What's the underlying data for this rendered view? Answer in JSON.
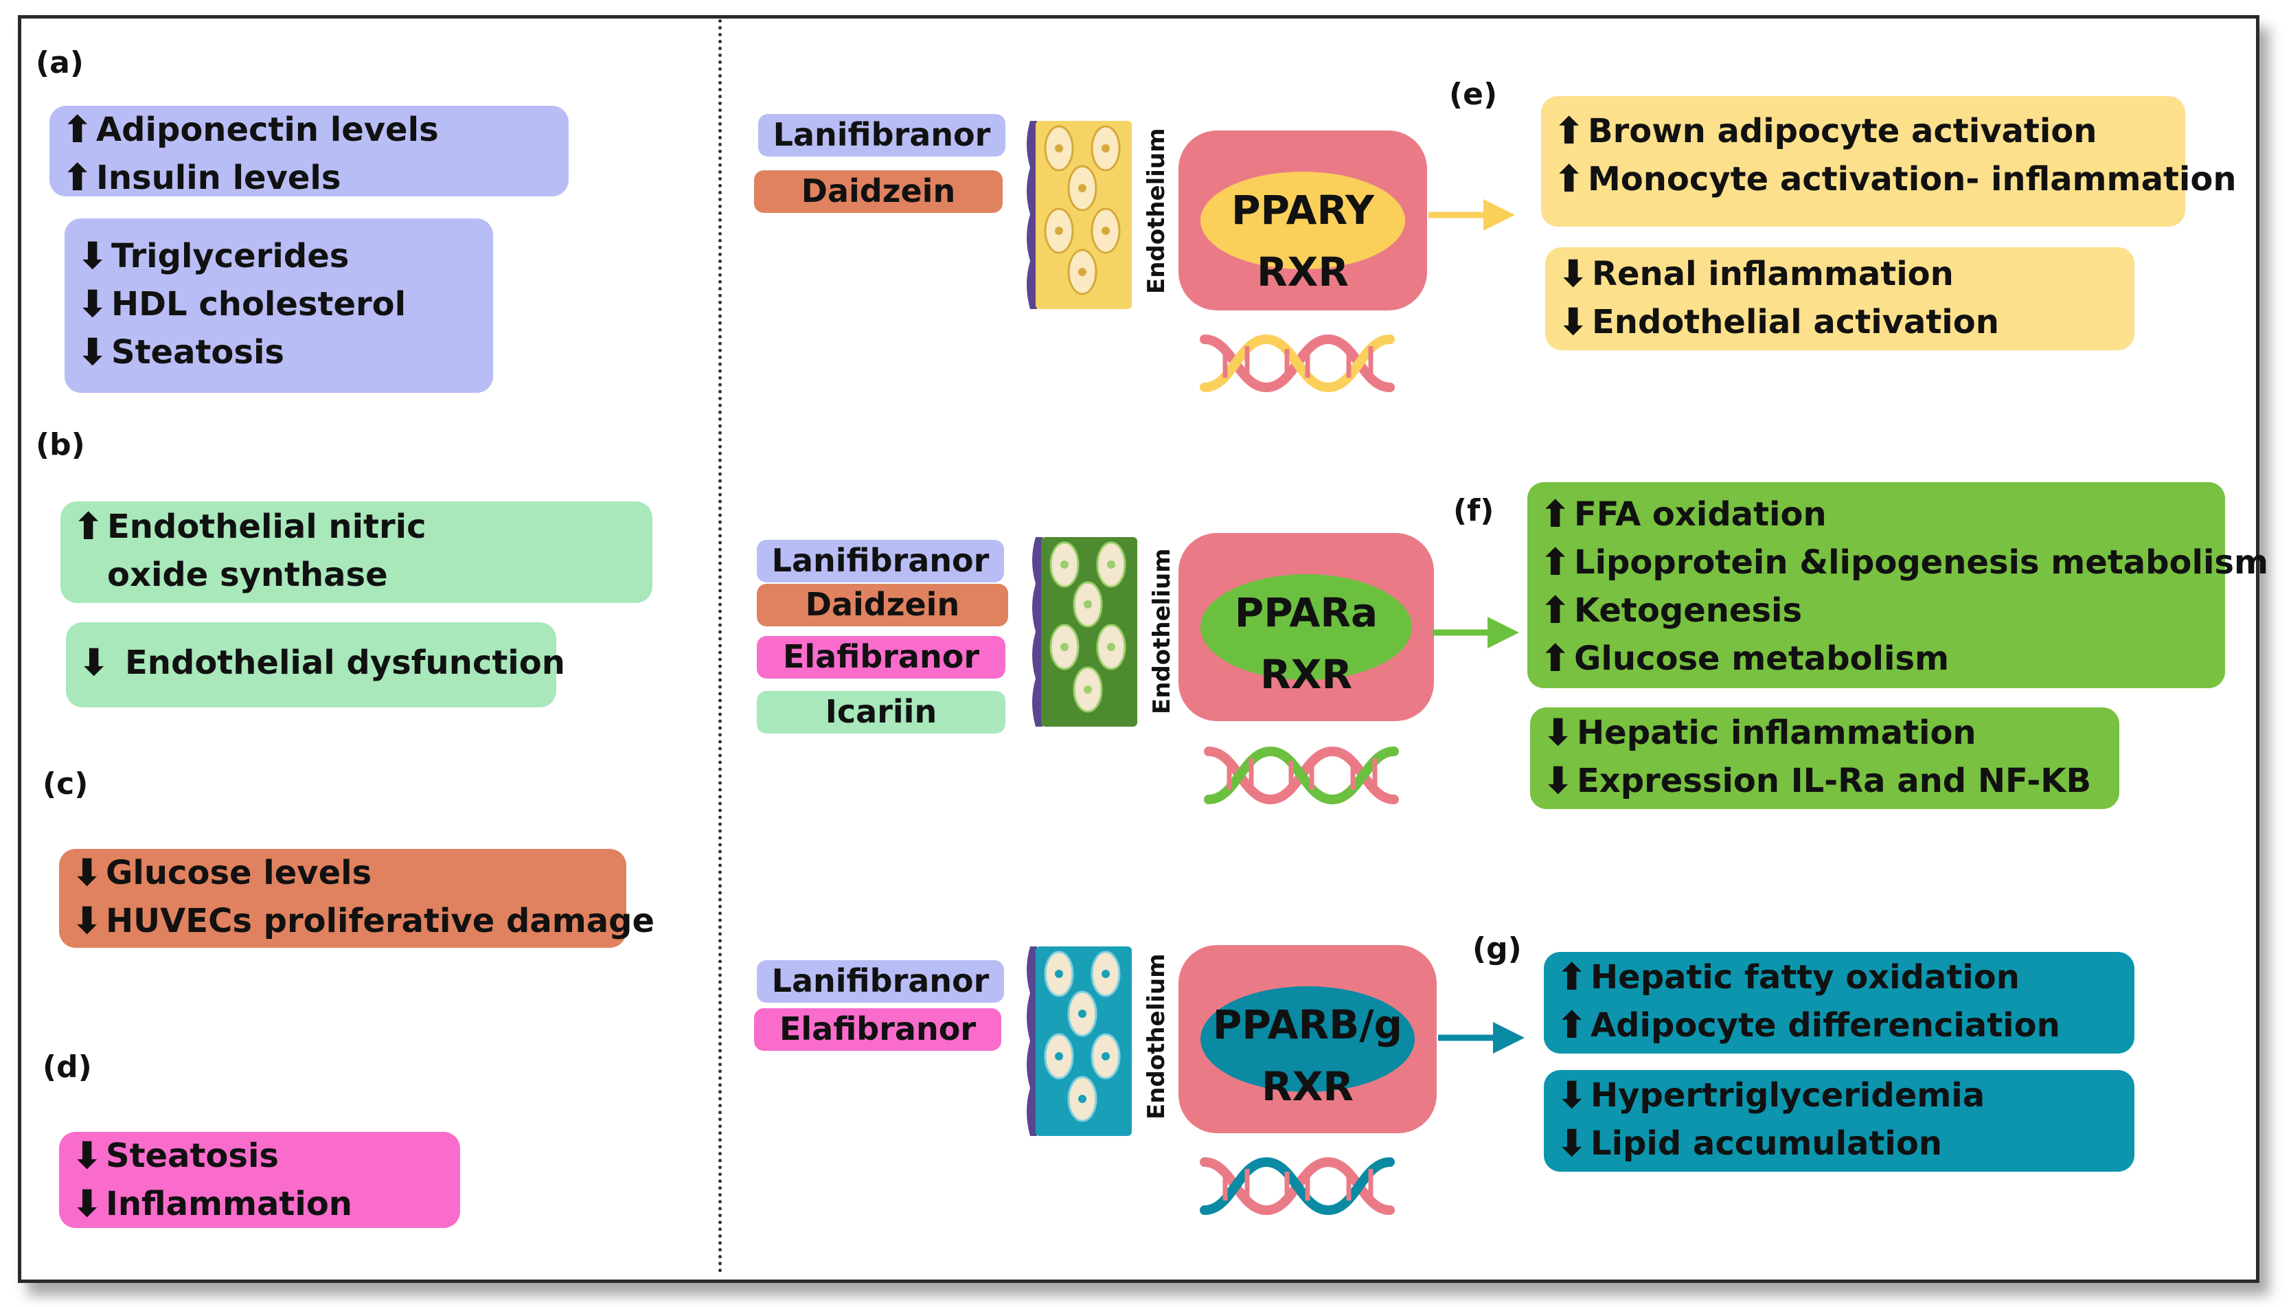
{
  "colors": {
    "lavender": "#b9bdf5",
    "green_light": "#a8e8bb",
    "salmon": "#e0825f",
    "pink": "#f96ccc",
    "yellow": "#fde08c",
    "green_dark": "#78c141",
    "teal": "#0c95ad",
    "receptor": "#ea7b86",
    "ellipse_yellow": "#fbd05a",
    "ellipse_green": "#6cc040",
    "ellipse_teal": "#0a8aa3"
  },
  "icons": {
    "up": "arrow-up-icon",
    "down": "arrow-down-icon"
  },
  "left": {
    "a": {
      "label": "(a)",
      "box1": [
        {
          "dir": "up",
          "text": "Adiponectin levels"
        },
        {
          "dir": "up",
          "text": "Insulin levels"
        }
      ],
      "box2": [
        {
          "dir": "down",
          "text": "Triglycerides"
        },
        {
          "dir": "down",
          "text": "HDL cholesterol"
        },
        {
          "dir": "down",
          "text": "Steatosis"
        }
      ]
    },
    "b": {
      "label": "(b)",
      "box1_text": "Endothelial nitric oxide synthase",
      "box2_text": "Endothelial dysfunction"
    },
    "c": {
      "label": "(c)",
      "box1": [
        {
          "dir": "down",
          "text": "Glucose levels"
        },
        {
          "dir": "down",
          "text": "HUVECs proliferative damage"
        }
      ]
    },
    "d": {
      "label": "(d)",
      "box1": [
        {
          "dir": "down",
          "text": "Steatosis"
        },
        {
          "dir": "down",
          "text": "Inflammation"
        }
      ]
    }
  },
  "right": {
    "e": {
      "label": "(e)",
      "drugs": [
        "Lanifibranor",
        "Daidzein"
      ],
      "endothelium": "Endothelium",
      "receptor": [
        "PPARY",
        "RXR"
      ],
      "box1": [
        {
          "dir": "up",
          "text": "Brown adipocyte activation"
        },
        {
          "dir": "up",
          "text": "Monocyte activation- inflammation"
        }
      ],
      "box2": [
        {
          "dir": "down",
          "text": "Renal inflammation"
        },
        {
          "dir": "down",
          "text": "Endothelial activation"
        }
      ]
    },
    "f": {
      "label": "(f)",
      "drugs": [
        "Lanifibranor",
        "Daidzein",
        "Elafibranor",
        "Icariin"
      ],
      "endothelium": "Endothelium",
      "receptor": [
        "PPARa",
        "RXR"
      ],
      "box1": [
        {
          "dir": "up",
          "text": "FFA oxidation"
        },
        {
          "dir": "up",
          "text": "Lipoprotein &lipogenesis metabolism"
        },
        {
          "dir": "up",
          "text": "Ketogenesis"
        },
        {
          "dir": "up",
          "text": "Glucose metabolism"
        }
      ],
      "box2": [
        {
          "dir": "down",
          "text": "Hepatic inflammation"
        },
        {
          "dir": "down",
          "text": "Expression IL-Ra and NF-KB"
        }
      ]
    },
    "g": {
      "label": "(g)",
      "drugs": [
        "Lanifibranor",
        "Elafibranor"
      ],
      "endothelium": "Endothelium",
      "receptor": [
        "PPARB/g",
        "RXR"
      ],
      "box1": [
        {
          "dir": "up",
          "text": "Hepatic fatty oxidation"
        },
        {
          "dir": "up",
          "text": "Adipocyte differenciation"
        }
      ],
      "box2": [
        {
          "dir": "down",
          "text": "Hypertriglyceridemia"
        },
        {
          "dir": "down",
          "text": "Lipid accumulation"
        }
      ]
    }
  }
}
